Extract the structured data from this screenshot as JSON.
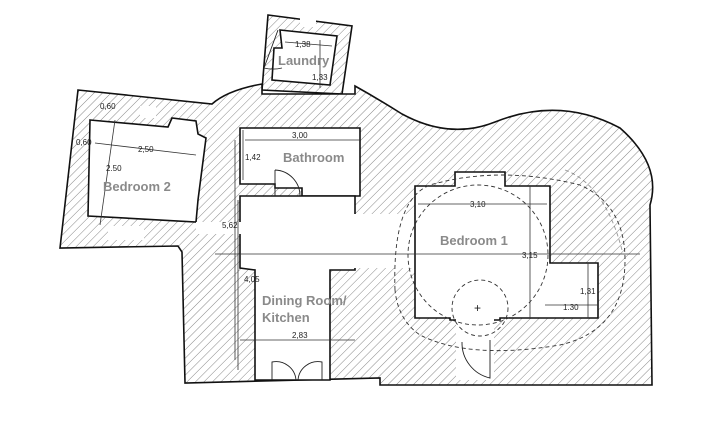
{
  "plan": {
    "rooms": [
      {
        "id": "laundry",
        "name": "Laundry"
      },
      {
        "id": "bathroom",
        "name": "Bathroom"
      },
      {
        "id": "bedroom2",
        "name": "Bedroom 2"
      },
      {
        "id": "bedroom1",
        "name": "Bedroom 1"
      },
      {
        "id": "dining",
        "name_line1": "Dining Room/",
        "name_line2": "Kitchen"
      }
    ],
    "dimensions": {
      "laundry_width": "1,38",
      "laundry_depth": "1,33",
      "bedroom2_wall_top": "0,60",
      "bedroom2_wall_left": "0,60",
      "bedroom2_width": "2,50",
      "bedroom2_depth": "2.50",
      "bathroom_width": "3,00",
      "bathroom_depth": "1,42",
      "dining_total_depth": "5,62",
      "dining_depth": "4,05",
      "dining_width": "2,83",
      "bedroom1_width": "3,10",
      "bedroom1_depth": "3,15",
      "alcove_depth": "1,31",
      "alcove_width": "1.30"
    }
  }
}
